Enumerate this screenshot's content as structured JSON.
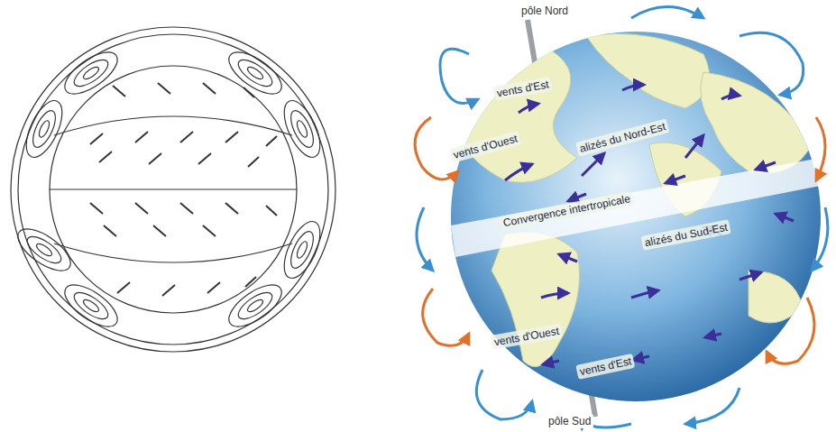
{
  "diagram": {
    "labels": [
      "pôle Nord",
      "vents d'Est",
      "vents d'Ouest",
      "alizés du Nord-Est",
      "Convergence intertropicale",
      "alizés du Sud-Est",
      "vents d'Ouest",
      "vents d'Est",
      "pôle Sud"
    ]
  }
}
